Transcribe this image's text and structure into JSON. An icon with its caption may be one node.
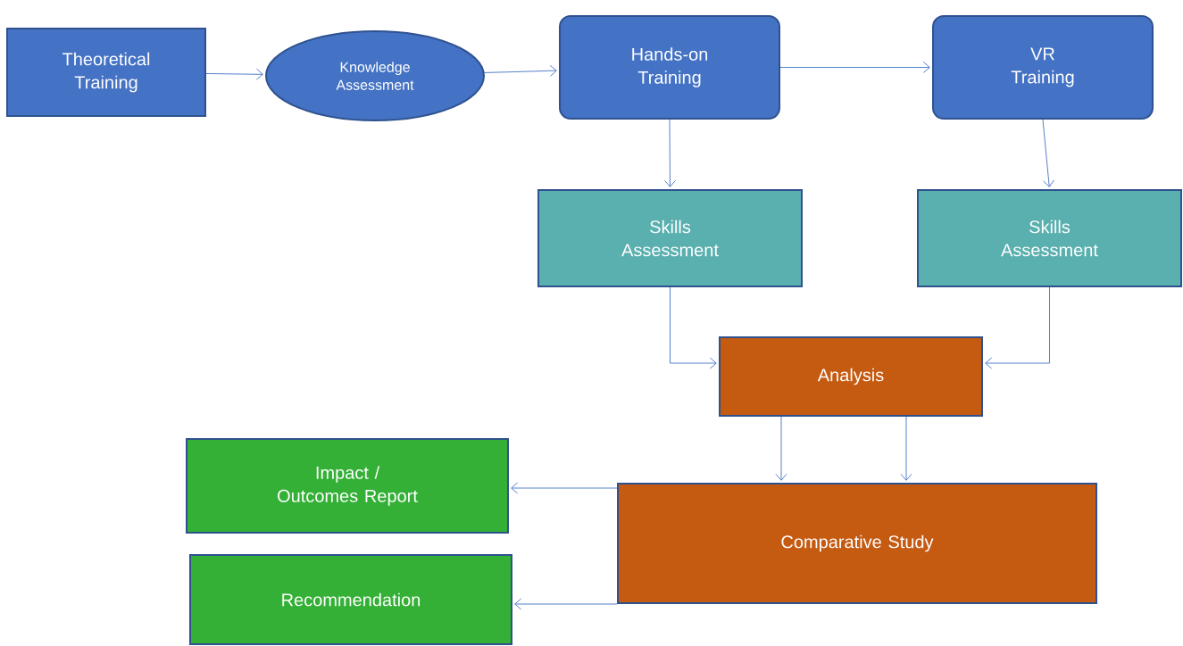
{
  "diagram": {
    "nodes": [
      {
        "text": [
          "Theoretical Training"
        ]
      },
      {
        "text": [
          "Knowledge Assessment"
        ]
      },
      {
        "text": [
          "Hands-on Training"
        ]
      },
      {
        "text": [
          "VR Training"
        ]
      },
      {
        "text": [
          "Skills Assessment"
        ]
      },
      {
        "text": [
          "Skills Assessment"
        ]
      },
      {
        "text": [
          "Analysis"
        ]
      },
      {
        "text": [
          "Impact / Outcomes Report"
        ]
      },
      {
        "text": [
          "Recommendation"
        ]
      },
      {
        "text": [
          "Comparative Study"
        ]
      }
    ],
    "edges": [
      {
        "from": 0,
        "to": 1,
        "arrow": "to"
      },
      {
        "from": 1,
        "to": 2,
        "arrow": "to"
      },
      {
        "from": 2,
        "to": 3,
        "arrow": "to"
      },
      {
        "from": 2,
        "to": 4,
        "arrow": "to"
      },
      {
        "from": 3,
        "to": 5,
        "arrow": "to"
      },
      {
        "from": 4,
        "to": 6,
        "arrow": "to"
      },
      {
        "from": 5,
        "to": 6,
        "arrow": "to"
      },
      {
        "from": 6,
        "to": 9,
        "arrow": "to"
      },
      {
        "from": 6,
        "to": 9,
        "arrow": "to"
      },
      {
        "from": 9,
        "to": 7,
        "arrow": "to"
      },
      {
        "from": 9,
        "to": 8,
        "arrow": "to"
      }
    ]
  }
}
